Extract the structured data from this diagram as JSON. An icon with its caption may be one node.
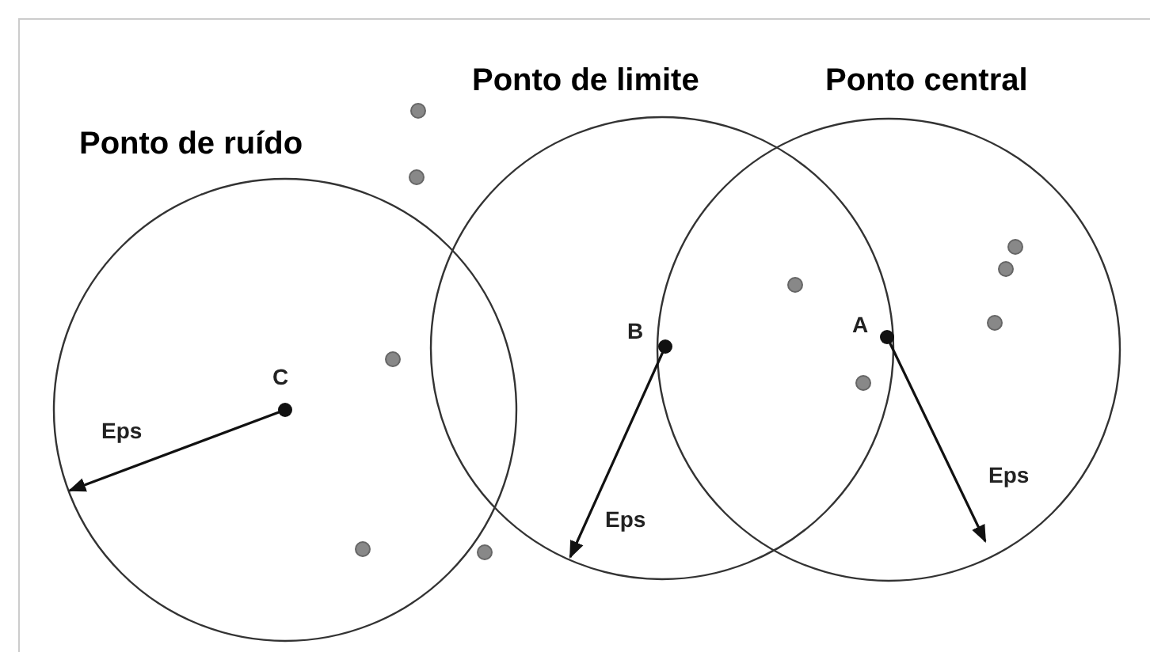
{
  "diagram": {
    "labels": [
      "Ponto de limite",
      "Ponto central",
      "Ponto de ruído",
      "C",
      "Eps",
      "B",
      "Eps",
      "A",
      "Eps"
    ]
  }
}
